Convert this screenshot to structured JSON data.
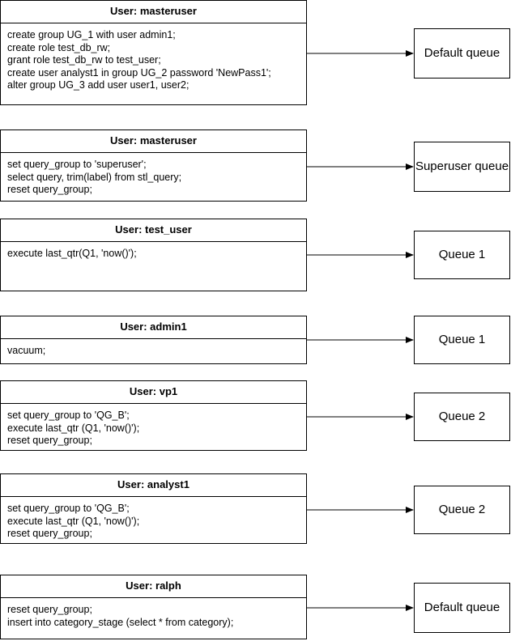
{
  "rows": [
    {
      "user_label": "User: masteruser",
      "lines": [
        "create group UG_1 with user admin1;",
        "create role test_db_rw;",
        "grant role test_db_rw to test_user;",
        "create user analyst1 in group UG_2 password 'NewPass1';",
        "alter group UG_3 add user user1, user2;"
      ],
      "queue": "Default queue"
    },
    {
      "user_label": "User: masteruser",
      "lines": [
        "set query_group to 'superuser';",
        "select query, trim(label) from stl_query;",
        "reset query_group;"
      ],
      "queue": "Superuser queue"
    },
    {
      "user_label": "User: test_user",
      "lines": [
        "execute last_qtr(Q1, 'now()');"
      ],
      "queue": "Queue 1"
    },
    {
      "user_label": "User: admin1",
      "lines": [
        "vacuum;"
      ],
      "queue": "Queue 1"
    },
    {
      "user_label": "User: vp1",
      "lines": [
        "set query_group to 'QG_B';",
        "execute last_qtr (Q1, 'now()');",
        "reset query_group;"
      ],
      "queue": "Queue 2"
    },
    {
      "user_label": "User: analyst1",
      "lines": [
        "set query_group to 'QG_B';",
        "execute last_qtr (Q1, 'now()');",
        "reset query_group;"
      ],
      "queue": "Queue 2"
    },
    {
      "user_label": "User: ralph",
      "lines": [
        "reset query_group;",
        "insert into category_stage (select * from category);"
      ],
      "queue": "Default queue"
    }
  ]
}
